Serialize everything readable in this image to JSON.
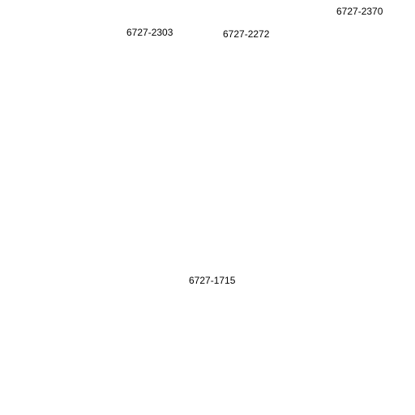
{
  "labels": [
    {
      "text": "6727-2370"
    },
    {
      "text": "6727-2303"
    },
    {
      "text": "6727-2272"
    },
    {
      "text": "6727-1715"
    }
  ],
  "colors": {
    "background": "#ffffff",
    "text": "#000000"
  }
}
